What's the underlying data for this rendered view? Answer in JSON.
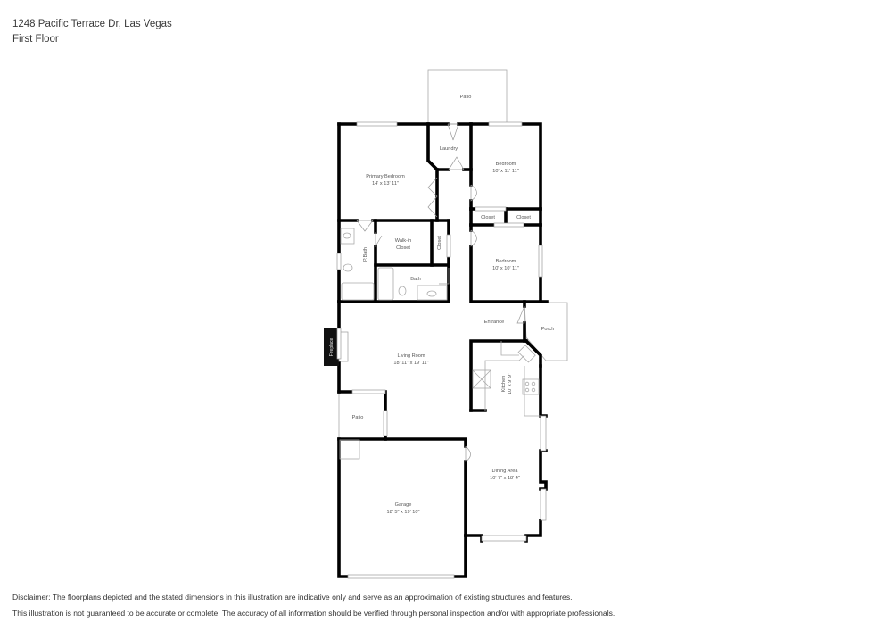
{
  "header": {
    "title": "1248 Pacific Terrace Dr, Las Vegas",
    "subtitle": "First Floor"
  },
  "rooms": {
    "patio_top": {
      "name": "Patio"
    },
    "laundry": {
      "name": "Laundry"
    },
    "primary_bedroom": {
      "name": "Primary Bedroom",
      "dims": "14' x 13' 11\""
    },
    "bedroom_1": {
      "name": "Bedroom",
      "dims": "10' x 11' 11\""
    },
    "closet_1": {
      "name": "Closet"
    },
    "closet_2": {
      "name": "Closet"
    },
    "closet_3": {
      "name": "Closet"
    },
    "pbath": {
      "name": "P.Bath"
    },
    "walkin_closet": {
      "name": "Walk-in Closet",
      "line1": "Walk-in",
      "line2": "Closet"
    },
    "bath": {
      "name": "Bath"
    },
    "bedroom_2": {
      "name": "Bedroom",
      "dims": "10' x 10' 11\""
    },
    "entrance": {
      "name": "Entrance"
    },
    "porch": {
      "name": "Porch"
    },
    "fireplace": {
      "name": "Fireplace"
    },
    "living_room": {
      "name": "Living Room",
      "dims": "18' 11\" x 19' 11\""
    },
    "kitchen": {
      "name": "Kitchen",
      "dims": "10' x 9' 9\""
    },
    "patio_side": {
      "name": "Patio"
    },
    "dining_area": {
      "name": "Dining Area",
      "dims": "10' 7\" x 18' 4\""
    },
    "garage": {
      "name": "Garage",
      "dims": "18' 5\" x 19' 10\""
    }
  },
  "disclaimer": {
    "line1": "Disclaimer: The floorplans depicted and the stated dimensions in this illustration are indicative only and serve as an approximation of existing structures and features.",
    "line2": "This illustration is not guaranteed to be accurate or complete. The accuracy of all information should be verified through personal inspection and/or with appropriate professionals."
  }
}
